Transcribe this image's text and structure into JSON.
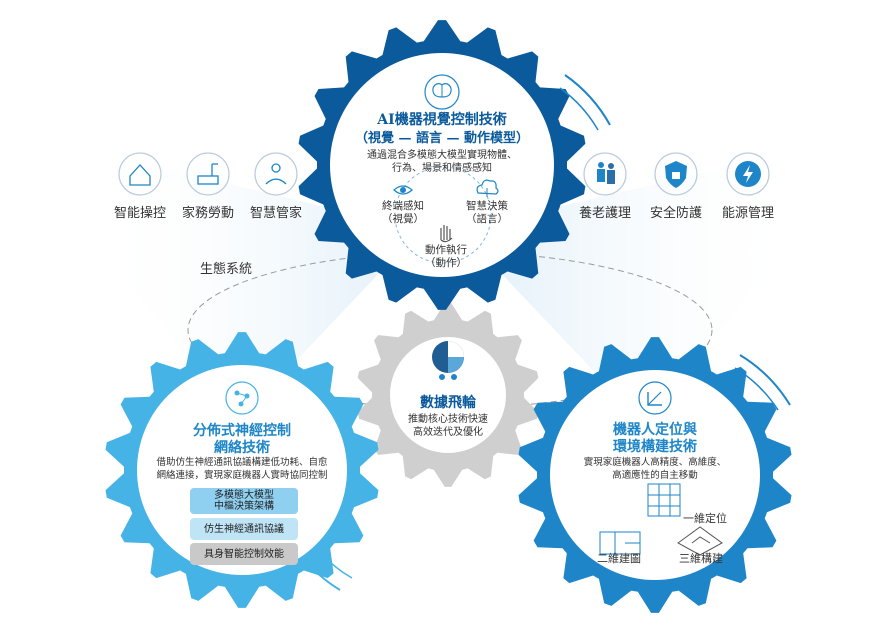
{
  "left_icons": [
    {
      "label": "智能操控",
      "icon": "smart-home-icon"
    },
    {
      "label": "家務勞動",
      "icon": "housework-robot-icon"
    },
    {
      "label": "智慧管家",
      "icon": "butler-icon"
    }
  ],
  "right_icons": [
    {
      "label": "養老護理",
      "icon": "elderly-care-icon"
    },
    {
      "label": "安全防護",
      "icon": "security-shield-icon"
    },
    {
      "label": "能源管理",
      "icon": "energy-icon"
    }
  ],
  "ecosystem_label": "生態系統",
  "top_gear": {
    "title_line1": "AI機器視覺控制技術",
    "title_line2": "（視覺 — 語言 — 動作模型）",
    "desc_line1": "通過混合多模態大模型實現物體、",
    "desc_line2": "行為、場景和情感感知",
    "node_perception": "終端感知",
    "node_perception_sub": "（視覺）",
    "node_decision": "智慧決策",
    "node_decision_sub": "（語言）",
    "node_action": "動作執行",
    "node_action_sub": "（動作）"
  },
  "center_gear": {
    "title": "數據飛輪",
    "desc_line1": "推動核心技術快速",
    "desc_line2": "高效迭代及優化"
  },
  "left_gear": {
    "title_line1": "分佈式神經控制",
    "title_line2": "網絡技術",
    "desc_line1": "借助仿生神經通訊協議構建低功耗、自愈",
    "desc_line2": "網絡連接，實現家庭機器人實時協同控制",
    "bar1_line1": "多模態大模型",
    "bar1_line2": "中樞決策架構",
    "bar2": "仿生神經通訊協議",
    "bar3": "具身智能控制效能"
  },
  "right_gear": {
    "title_line1": "機器人定位與",
    "title_line2": "環境構建技術",
    "desc_line1": "實現家庭機器人高精度、高維度、",
    "desc_line2": "高適應性的自主移動",
    "label_1d": "一維定位",
    "label_2d": "二維建圖",
    "label_3d": "三維構建"
  },
  "colors": {
    "dark_blue": "#0b5a9c",
    "mid_blue": "#1e86c8",
    "light_blue": "#46b3e6",
    "gray": "#cfcfcf",
    "bar1": "#8fd0f0",
    "bar2": "#bfe4f6",
    "bar3": "#c9c9c9"
  }
}
